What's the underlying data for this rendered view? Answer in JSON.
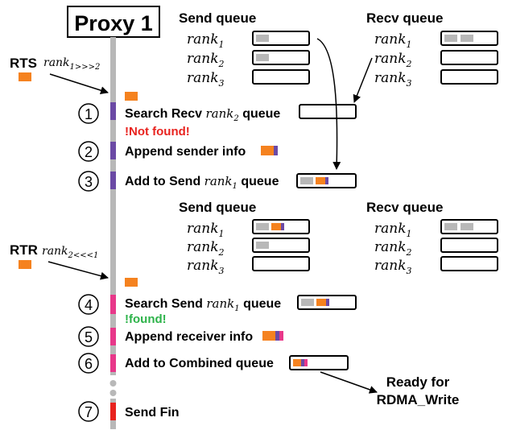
{
  "title": "Proxy 1",
  "queues": {
    "send_label": "Send queue",
    "recv_label": "Recv queue",
    "rank_base": "rank",
    "rank_subs": [
      "1",
      "2",
      "3"
    ]
  },
  "rts": {
    "label": "RTS",
    "math_base": "rank",
    "math_sub": "1>>>2"
  },
  "rtr": {
    "label": "RTR",
    "math_base": "rank",
    "math_sub": "2<<<1"
  },
  "steps": [
    {
      "num": "1",
      "pre": "Search Recv ",
      "rank_sub": "2",
      "post": " queue",
      "note": "!Not found!"
    },
    {
      "num": "2",
      "pre": "Append sender info",
      "rank_sub": "",
      "post": "",
      "note": ""
    },
    {
      "num": "3",
      "pre": "Add to Send ",
      "rank_sub": "1",
      "post": " queue",
      "note": ""
    },
    {
      "num": "4",
      "pre": "Search Send ",
      "rank_sub": "1",
      "post": " queue",
      "note": "!found!"
    },
    {
      "num": "5",
      "pre": "Append receiver info",
      "rank_sub": "",
      "post": "",
      "note": ""
    },
    {
      "num": "6",
      "pre": "Add to Combined queue",
      "rank_sub": "",
      "post": "",
      "note": ""
    },
    {
      "num": "7",
      "pre": "Send Fin",
      "rank_sub": "",
      "post": "",
      "note": ""
    }
  ],
  "ready": {
    "line1": "Ready for",
    "line2": "RDMA_Write"
  },
  "colors": {
    "orange": "#f5821f",
    "purple": "#6b4aa5",
    "pink": "#e8388a",
    "red": "#e8231f",
    "gray": "#b8b8b8",
    "not_found": "#e8231f",
    "found": "#2db34a"
  }
}
